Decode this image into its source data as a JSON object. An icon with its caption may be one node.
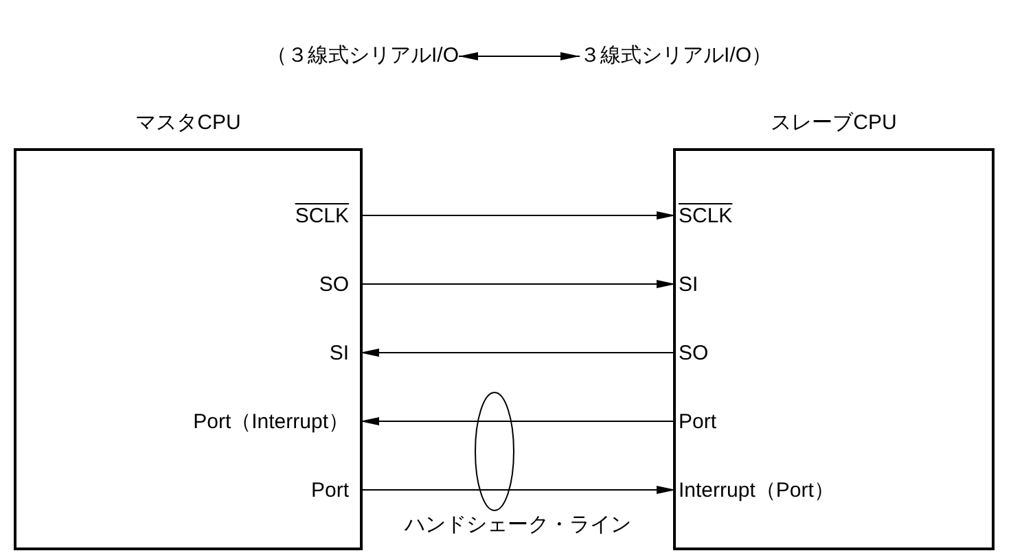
{
  "diagram": {
    "nodes": [
      {
        "text": [
          "（３線式シリアルI/O"
        ]
      },
      {
        "text": [
          "３線式シリアルI/O）"
        ]
      },
      {
        "text": [
          "マスタCPU"
        ]
      },
      {
        "text": [
          "スレーブCPU"
        ]
      },
      {
        "text": [
          "SCLK"
        ],
        "in": 2
      },
      {
        "text": [
          "SO"
        ],
        "in": 2
      },
      {
        "text": [
          "SI"
        ],
        "in": 2
      },
      {
        "text": [
          "Port（Interrupt）"
        ],
        "in": 2
      },
      {
        "text": [
          "Port"
        ],
        "in": 2
      },
      {
        "text": [
          "SCLK"
        ],
        "in": 3
      },
      {
        "text": [
          "SI"
        ],
        "in": 3
      },
      {
        "text": [
          "SO"
        ],
        "in": 3
      },
      {
        "text": [
          "Port"
        ],
        "in": 3
      },
      {
        "text": [
          "Interrupt（Port）"
        ],
        "in": 3
      }
    ],
    "edges": [
      {
        "from": 0,
        "to": 1,
        "arrow": "both"
      },
      {
        "from": 4,
        "to": 9,
        "arrow": "to"
      },
      {
        "from": 5,
        "to": 10,
        "arrow": "to"
      },
      {
        "from": 11,
        "to": 6,
        "arrow": "to"
      },
      {
        "from": 12,
        "to": 7,
        "arrow": "to"
      },
      {
        "from": 8,
        "to": 13,
        "arrow": "to"
      }
    ],
    "labels": [
      "ハンドシェーク・ライン"
    ]
  }
}
